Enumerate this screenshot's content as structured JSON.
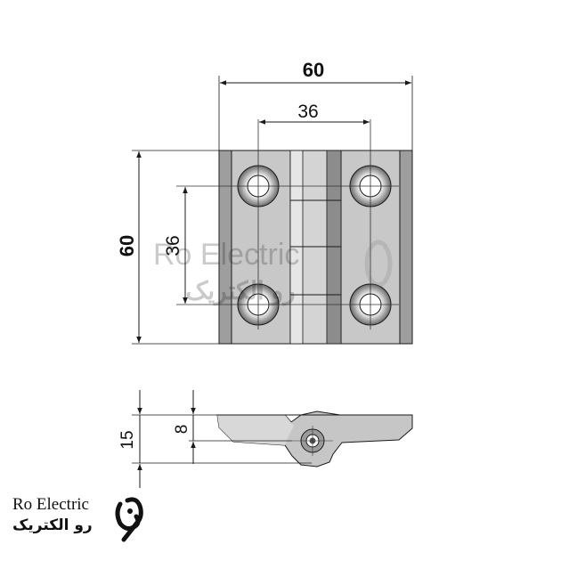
{
  "dimensions": {
    "overall_width": "60",
    "hole_spacing_horizontal": "36",
    "overall_height": "60",
    "hole_spacing_vertical": "36",
    "profile_thickness": "15",
    "plate_thickness": "8"
  },
  "watermark": {
    "latin": "Ro Electric",
    "persian": "رو الکتریک"
  },
  "brand": {
    "latin": "Ro Electric",
    "persian": "رو الکتریک"
  },
  "colors": {
    "plate": "#c9c9c9",
    "plate_dark": "#9a9a9a",
    "line": "#1a1a1a",
    "hole_ring": "#6f6f6f"
  }
}
